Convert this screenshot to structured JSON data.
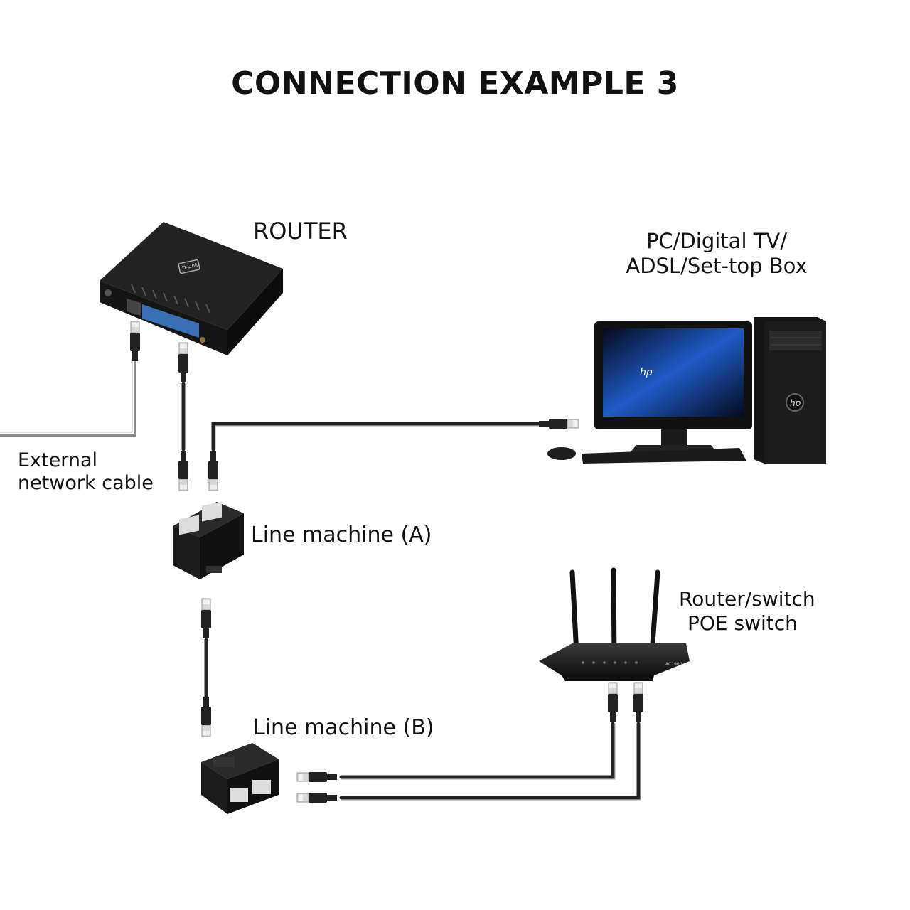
{
  "title": "CONNECTION EXAMPLE 3",
  "labels": {
    "router": "ROUTER",
    "pc_line1": "PC/Digital TV/",
    "pc_line2": "ADSL/Set-top Box",
    "external_line1": "External",
    "external_line2": "network cable",
    "line_machine_a": "Line machine (A)",
    "router_switch_line1": "Router/switch",
    "router_switch_line2": "POE switch",
    "line_machine_b": "Line machine (B)"
  },
  "devices": {
    "router_brand": "D-Link",
    "monitor_brand": "hp",
    "tower_brand": "hp",
    "switch_model": "AC1900"
  },
  "colors": {
    "device_body": "#1c1c1c",
    "port_blue": "#3b6fb5",
    "cable_gray": "#8a8a8a",
    "screen_blue": "#1e5cc8"
  }
}
